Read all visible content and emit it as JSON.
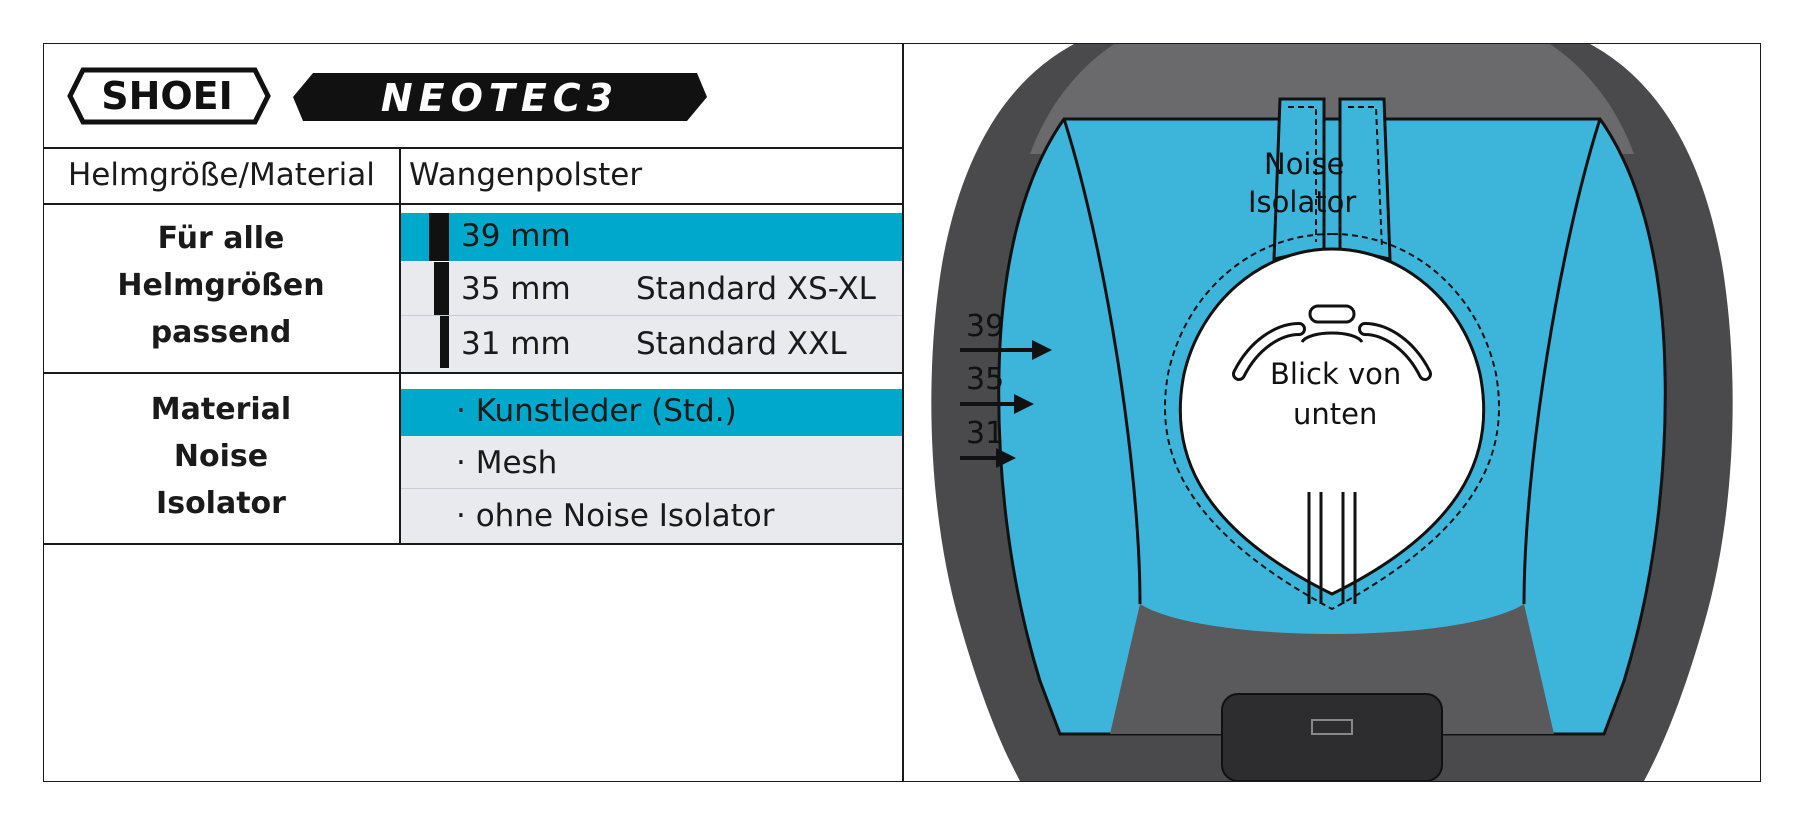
{
  "brand": {
    "logo_text": "SHOEI",
    "model_text": "NEOTEC3"
  },
  "table": {
    "headers": [
      "Helmgröße/Material",
      "Wangenpolster"
    ],
    "groups": [
      {
        "label_lines": [
          "Für alle",
          "Helmgrößen",
          "passend"
        ],
        "rows": [
          {
            "thickness": "39 mm",
            "note": "",
            "selected": true
          },
          {
            "thickness": "35 mm",
            "note": "Standard XS-XL",
            "selected": false
          },
          {
            "thickness": "31 mm",
            "note": "Standard XXL",
            "selected": false
          }
        ]
      },
      {
        "label_lines": [
          "Material",
          "Noise",
          "Isolator"
        ],
        "rows": [
          {
            "text": "· Kunstleder (Std.)",
            "selected": true
          },
          {
            "text": "· Mesh",
            "selected": false
          },
          {
            "text": "· ohne Noise Isolator",
            "selected": false
          }
        ]
      }
    ]
  },
  "diagram": {
    "noise_label_lines": [
      "Noise",
      "Isolator"
    ],
    "arrow_labels": [
      "39",
      "35",
      "31"
    ],
    "view_label_lines": [
      "Blick von",
      "unten"
    ]
  },
  "colors": {
    "accent": "#00a9cc",
    "row_bg": "#e9eaee",
    "pad_blue": "#3db5db",
    "helmet_dark": "#4a4a4c"
  }
}
